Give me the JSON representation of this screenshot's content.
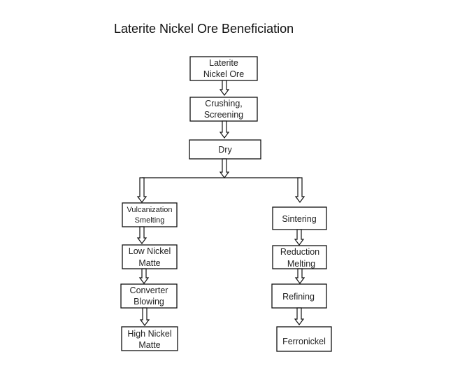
{
  "title": "Laterite Nickel Ore Beneficiation",
  "boxes": {
    "ore": [
      "Laterite",
      "Nickel Ore"
    ],
    "crushing": [
      "Crushing,",
      "Screening"
    ],
    "dry": [
      "Dry"
    ],
    "vulcanization": [
      "Vulcanization",
      "Smelting"
    ],
    "low_nickel": [
      "Low Nickel",
      "Matte"
    ],
    "converter": [
      "Converter",
      "Blowing"
    ],
    "high_nickel": [
      "High Nickel",
      "Matte"
    ],
    "sintering": [
      "Sintering"
    ],
    "reduction": [
      "Reduction",
      "Melting"
    ],
    "refining": [
      "Refining"
    ],
    "ferronickel": [
      "Ferronickel"
    ]
  },
  "colors": {
    "stroke": "#111111",
    "text": "#222222",
    "background": "#ffffff"
  }
}
